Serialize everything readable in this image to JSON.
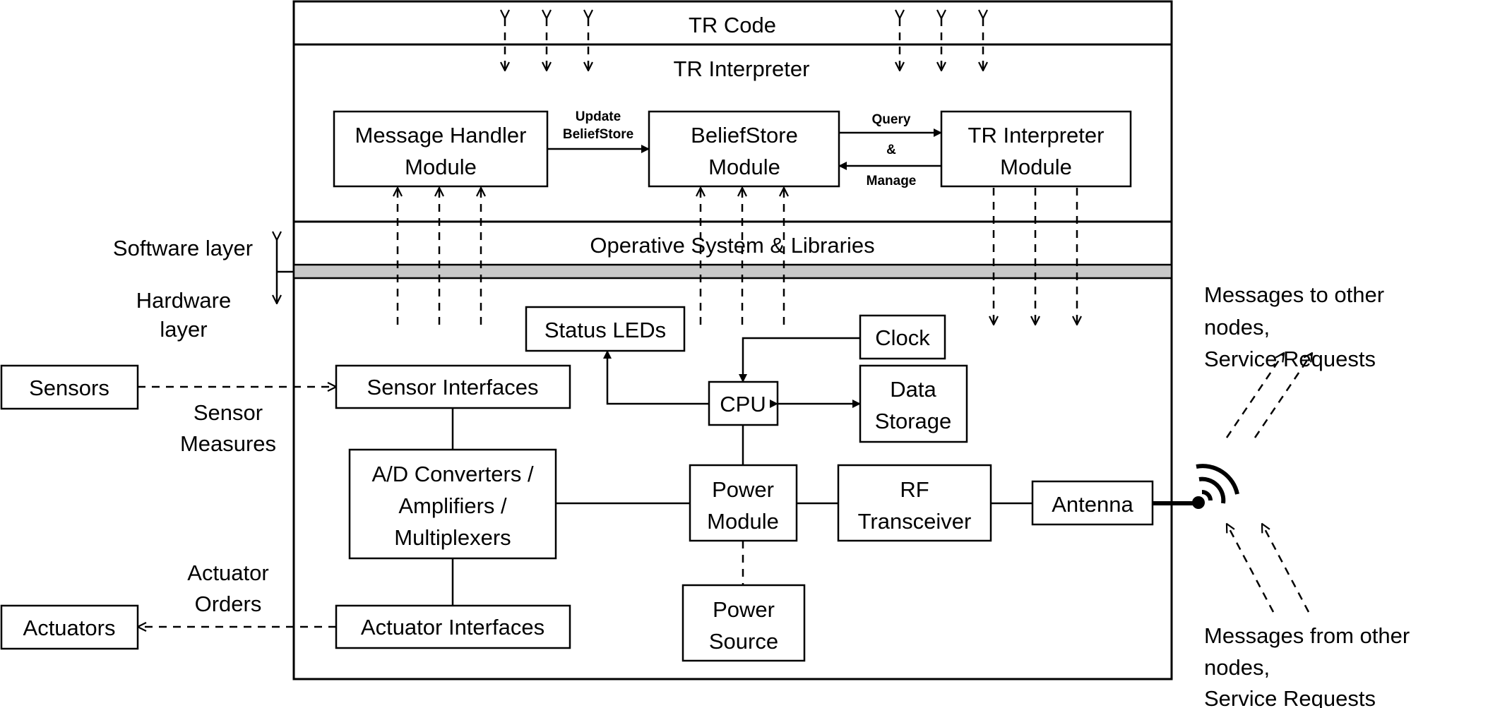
{
  "layers": {
    "tr_code": "TR Code",
    "tr_interpreter": "TR Interpreter",
    "os_libraries": "Operative System & Libraries"
  },
  "modules": {
    "message_handler": [
      "Message Handler",
      "Module"
    ],
    "belief_store": [
      "BeliefStore",
      "Module"
    ],
    "tr_interpreter_module": [
      "TR Interpreter",
      "Module"
    ]
  },
  "edge_labels": {
    "update": [
      "Update",
      "BeliefStore"
    ],
    "query": "Query",
    "and": "&",
    "manage": "Manage"
  },
  "side_labels": {
    "software_layer": "Software layer",
    "hardware_layer": [
      "Hardware",
      "layer"
    ]
  },
  "hardware": {
    "status_leds": "Status LEDs",
    "clock": "Clock",
    "cpu": "CPU",
    "data_storage": [
      "Data",
      "Storage"
    ],
    "sensor_interfaces": "Sensor Interfaces",
    "ad_converters": [
      "A/D Converters /",
      "Amplifiers /",
      "Multiplexers"
    ],
    "power_module": [
      "Power",
      "Module"
    ],
    "rf_transceiver": [
      "RF",
      "Transceiver"
    ],
    "antenna": "Antenna",
    "actuator_interfaces": "Actuator Interfaces",
    "power_source": [
      "Power",
      "Source"
    ]
  },
  "external": {
    "sensors": "Sensors",
    "actuators": "Actuators",
    "sensor_measures": [
      "Sensor",
      "Measures"
    ],
    "actuator_orders": [
      "Actuator",
      "Orders"
    ],
    "messages_to": [
      "Messages to other",
      "nodes,",
      "Service Requests"
    ],
    "messages_from": [
      "Messages from other",
      "nodes,",
      "Service Requests"
    ]
  },
  "colors": {
    "stroke": "#000000",
    "separator_band": "#c8c8c8",
    "background": "#ffffff"
  }
}
